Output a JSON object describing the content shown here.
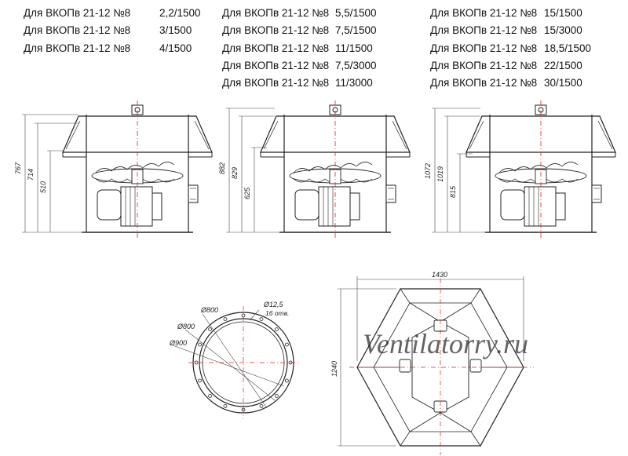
{
  "models": {
    "col_a": [
      {
        "name": "Для ВКОПв 21-12 №8",
        "spec": "2,2/1500"
      },
      {
        "name": "Для ВКОПв 21-12 №8",
        "spec": "3/1500"
      },
      {
        "name": "Для ВКОПв 21-12 №8",
        "spec": "4/1500"
      }
    ],
    "col_b": [
      {
        "name": "Для ВКОПв 21-12 №8",
        "spec": "5,5/1500"
      },
      {
        "name": "Для ВКОПв 21-12 №8",
        "spec": "7,5/1500"
      },
      {
        "name": "Для ВКОПв 21-12 №8",
        "spec": "11/1500"
      },
      {
        "name": "Для ВКОПв 21-12 №8",
        "spec": "7,5/3000"
      },
      {
        "name": "Для ВКОПв 21-12 №8",
        "spec": "11/3000"
      }
    ],
    "col_c": [
      {
        "name": "Для ВКОПв 21-12 №8",
        "spec": "15/1500"
      },
      {
        "name": "Для ВКОПв 21-12 №8",
        "spec": "15/3000"
      },
      {
        "name": "Для ВКОПв 21-12 №8",
        "spec": "18,5/1500"
      },
      {
        "name": "Для ВКОПв 21-12 №8",
        "spec": "22/1500"
      },
      {
        "name": "Для ВКОПв 21-12 №8",
        "spec": "30/1500"
      }
    ]
  },
  "views": {
    "a": {
      "total": "767",
      "middle": "714",
      "lower": "510"
    },
    "b": {
      "total": "882",
      "middle": "829",
      "lower": "625"
    },
    "c": {
      "total": "1072",
      "middle": "1019",
      "lower": "815"
    }
  },
  "flange": {
    "d1": "Ø800",
    "d2": "Ø800",
    "d3": "Ø900",
    "hole": "Ø12,5",
    "holes_count": "16  отв."
  },
  "plan": {
    "width": "1430",
    "height": "1240"
  },
  "watermark": "Ventilatorry.ru"
}
